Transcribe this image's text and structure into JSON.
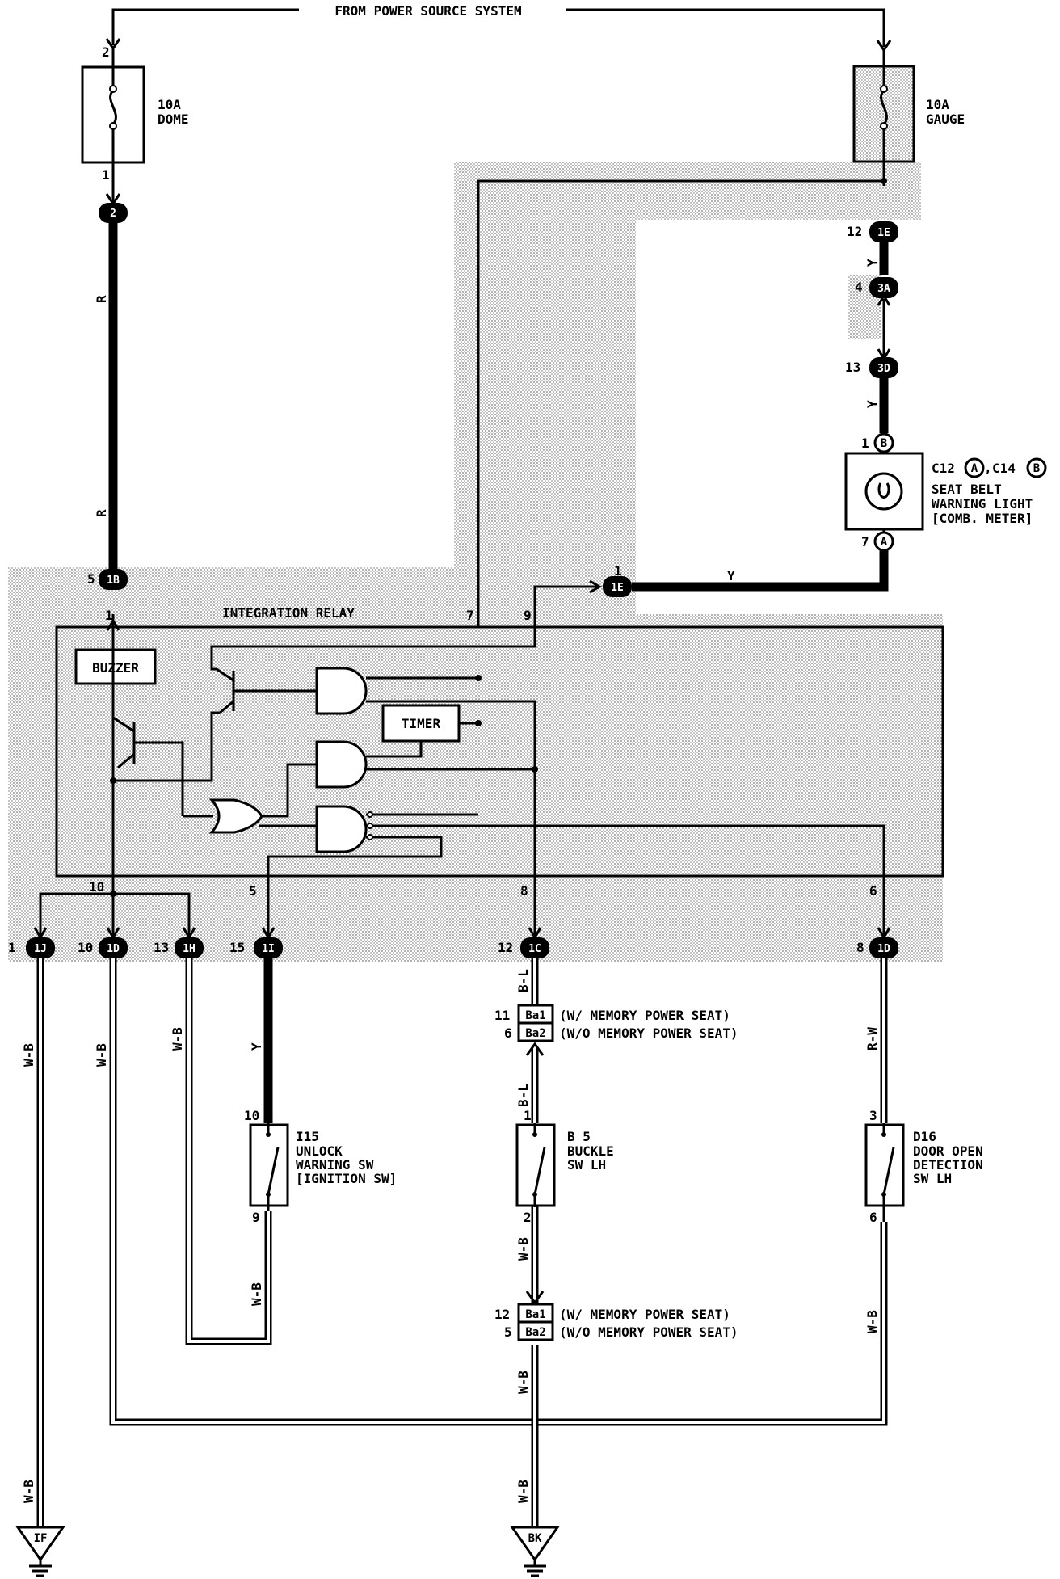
{
  "header": {
    "power_source": "FROM POWER SOURCE SYSTEM"
  },
  "fuses": [
    {
      "id": "dome",
      "rating": "10A",
      "name": "DOME",
      "pin_in": "2",
      "pin_out": "1"
    },
    {
      "id": "gauge",
      "rating": "10A",
      "name": "GAUGE"
    }
  ],
  "connectors": {
    "c2": "2",
    "c1B": "1B",
    "c1E_top": "1E",
    "c3A": "3A",
    "c3D": "3D",
    "c1E_mid": "1E",
    "c1J": "1J",
    "c1D_a": "1D",
    "c1H": "1H",
    "c1I": "1I",
    "c1C": "1C",
    "c1D_b": "1D",
    "ba1": "Ba1",
    "ba2": "Ba2",
    "cB": "B",
    "cA": "A"
  },
  "pins": {
    "p5_1B": "5",
    "p12_1E": "12",
    "p4_3A": "4",
    "p13_3D": "13",
    "p1_B": "1",
    "p7_A": "7",
    "p1_1E": "1",
    "r1": "1",
    "r7": "7",
    "r9": "9",
    "r10": "10",
    "r5": "5",
    "r8": "8",
    "r6": "6",
    "p1_1J": "1",
    "p10_1D": "10",
    "p13_1H": "13",
    "p15_1I": "15",
    "p12_1C": "12",
    "p8_1D": "8",
    "p11_ba1": "11",
    "p6_ba2": "6",
    "p12_ba1": "12",
    "p5_ba2": "5",
    "i15_10": "10",
    "i15_9": "9",
    "b5_1": "1",
    "b5_2": "2",
    "d16_3": "3",
    "d16_6": "6"
  },
  "wire_colors": {
    "r_top": "R",
    "r_mid": "R",
    "y_1": "Y",
    "y_2": "Y",
    "y_h": "Y",
    "y_i15": "Y",
    "wb_1": "W-B",
    "wb_2": "W-B",
    "wb_3": "W-B",
    "wb_i15": "W-B",
    "wb_b5": "W-B",
    "wb_b5_low": "W-B",
    "wb_bk": "W-B",
    "wb_if": "W-B",
    "wb_d16": "W-B",
    "bl_1": "B-L",
    "bl_2": "B-L",
    "rw": "R-W"
  },
  "relay": {
    "title": "INTEGRATION RELAY",
    "buzzer": "BUZZER",
    "timer": "TIMER"
  },
  "warning_light": {
    "ids": "C12(A),C14(B)",
    "id_c12": "C12",
    "id_c14": "C14",
    "badge_a": "A",
    "badge_b": "B",
    "sep": ",",
    "line1": "SEAT BELT",
    "line2": "WARNING LIGHT",
    "line3": "[COMB. METER]"
  },
  "memory_notes": {
    "with": "(W/ MEMORY POWER SEAT)",
    "without": "(W/O MEMORY POWER SEAT)"
  },
  "switches": [
    {
      "id": "I15",
      "line1": "UNLOCK",
      "line2": "WARNING SW",
      "line3": "[IGNITION SW]"
    },
    {
      "id": "B 5",
      "line1": "BUCKLE",
      "line2": "SW LH"
    },
    {
      "id": "D16",
      "line1": "DOOR OPEN",
      "line2": "DETECTION",
      "line3": "SW LH"
    }
  ],
  "grounds": {
    "if": "IF",
    "bk": "BK"
  }
}
